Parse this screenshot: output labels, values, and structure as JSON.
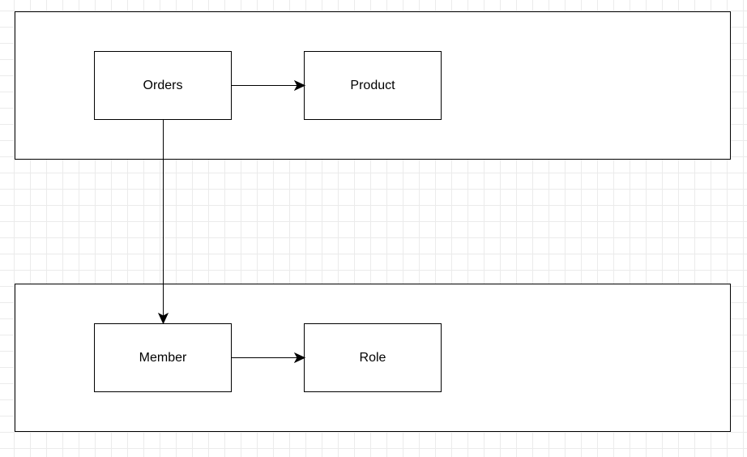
{
  "diagram": {
    "nodes": {
      "orders": "Orders",
      "product": "Product",
      "member": "Member",
      "role": "Role"
    },
    "edges": [
      {
        "from": "Orders",
        "to": "Product"
      },
      {
        "from": "Orders",
        "to": "Member"
      },
      {
        "from": "Member",
        "to": "Role"
      }
    ]
  }
}
